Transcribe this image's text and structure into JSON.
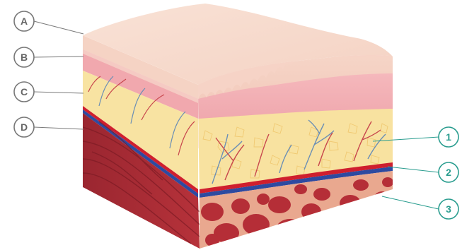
{
  "colors": {
    "epidermis_top": "#f7dccf",
    "epidermis_side": "#f3cfc0",
    "dermis": "#f2aab1",
    "dermis_dark": "#e8949d",
    "fat": "#f9e6a6",
    "fat_dark": "#f1cf79",
    "fascia_red": "#d1202f",
    "fascia_blue": "#2e4aa0",
    "muscle": "#b8323b",
    "muscle_dark": "#8e1f28",
    "muscle_light": "#cf5a5a",
    "muscle_bg": "#e8a690",
    "vein": "#6b8fb5",
    "artery": "#c8474d",
    "letter_ring": "#777777",
    "number_ring": "#2a9d8f"
  },
  "labels_left": [
    {
      "text": "A"
    },
    {
      "text": "B"
    },
    {
      "text": "C"
    },
    {
      "text": "D"
    }
  ],
  "labels_right": [
    {
      "text": "1"
    },
    {
      "text": "2"
    },
    {
      "text": "3"
    }
  ]
}
